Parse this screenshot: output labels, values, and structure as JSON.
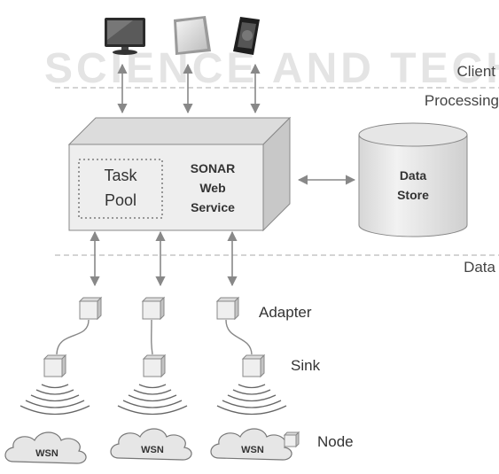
{
  "watermark": "SCIENCE AND TECH",
  "layers": {
    "client": "Client",
    "processing": "Processing",
    "data": "Data"
  },
  "task_pool": {
    "line1": "Task",
    "line2": "Pool"
  },
  "service": {
    "line1": "SONAR",
    "line2": "Web",
    "line3": "Service"
  },
  "data_store": {
    "line1": "Data",
    "line2": "Store"
  },
  "legend": {
    "adapter": "Adapter",
    "sink": "Sink",
    "node": "Node"
  },
  "wsn_label": "WSN",
  "devices": [
    "monitor-icon",
    "tablet-icon",
    "smartphone-icon"
  ],
  "colors": {
    "box_face": "#eeeeee",
    "box_side": "#c8c8c8",
    "box_top": "#dcdcdc",
    "stroke": "#777777",
    "arrow": "#888888",
    "divider": "#bbbbbb"
  }
}
